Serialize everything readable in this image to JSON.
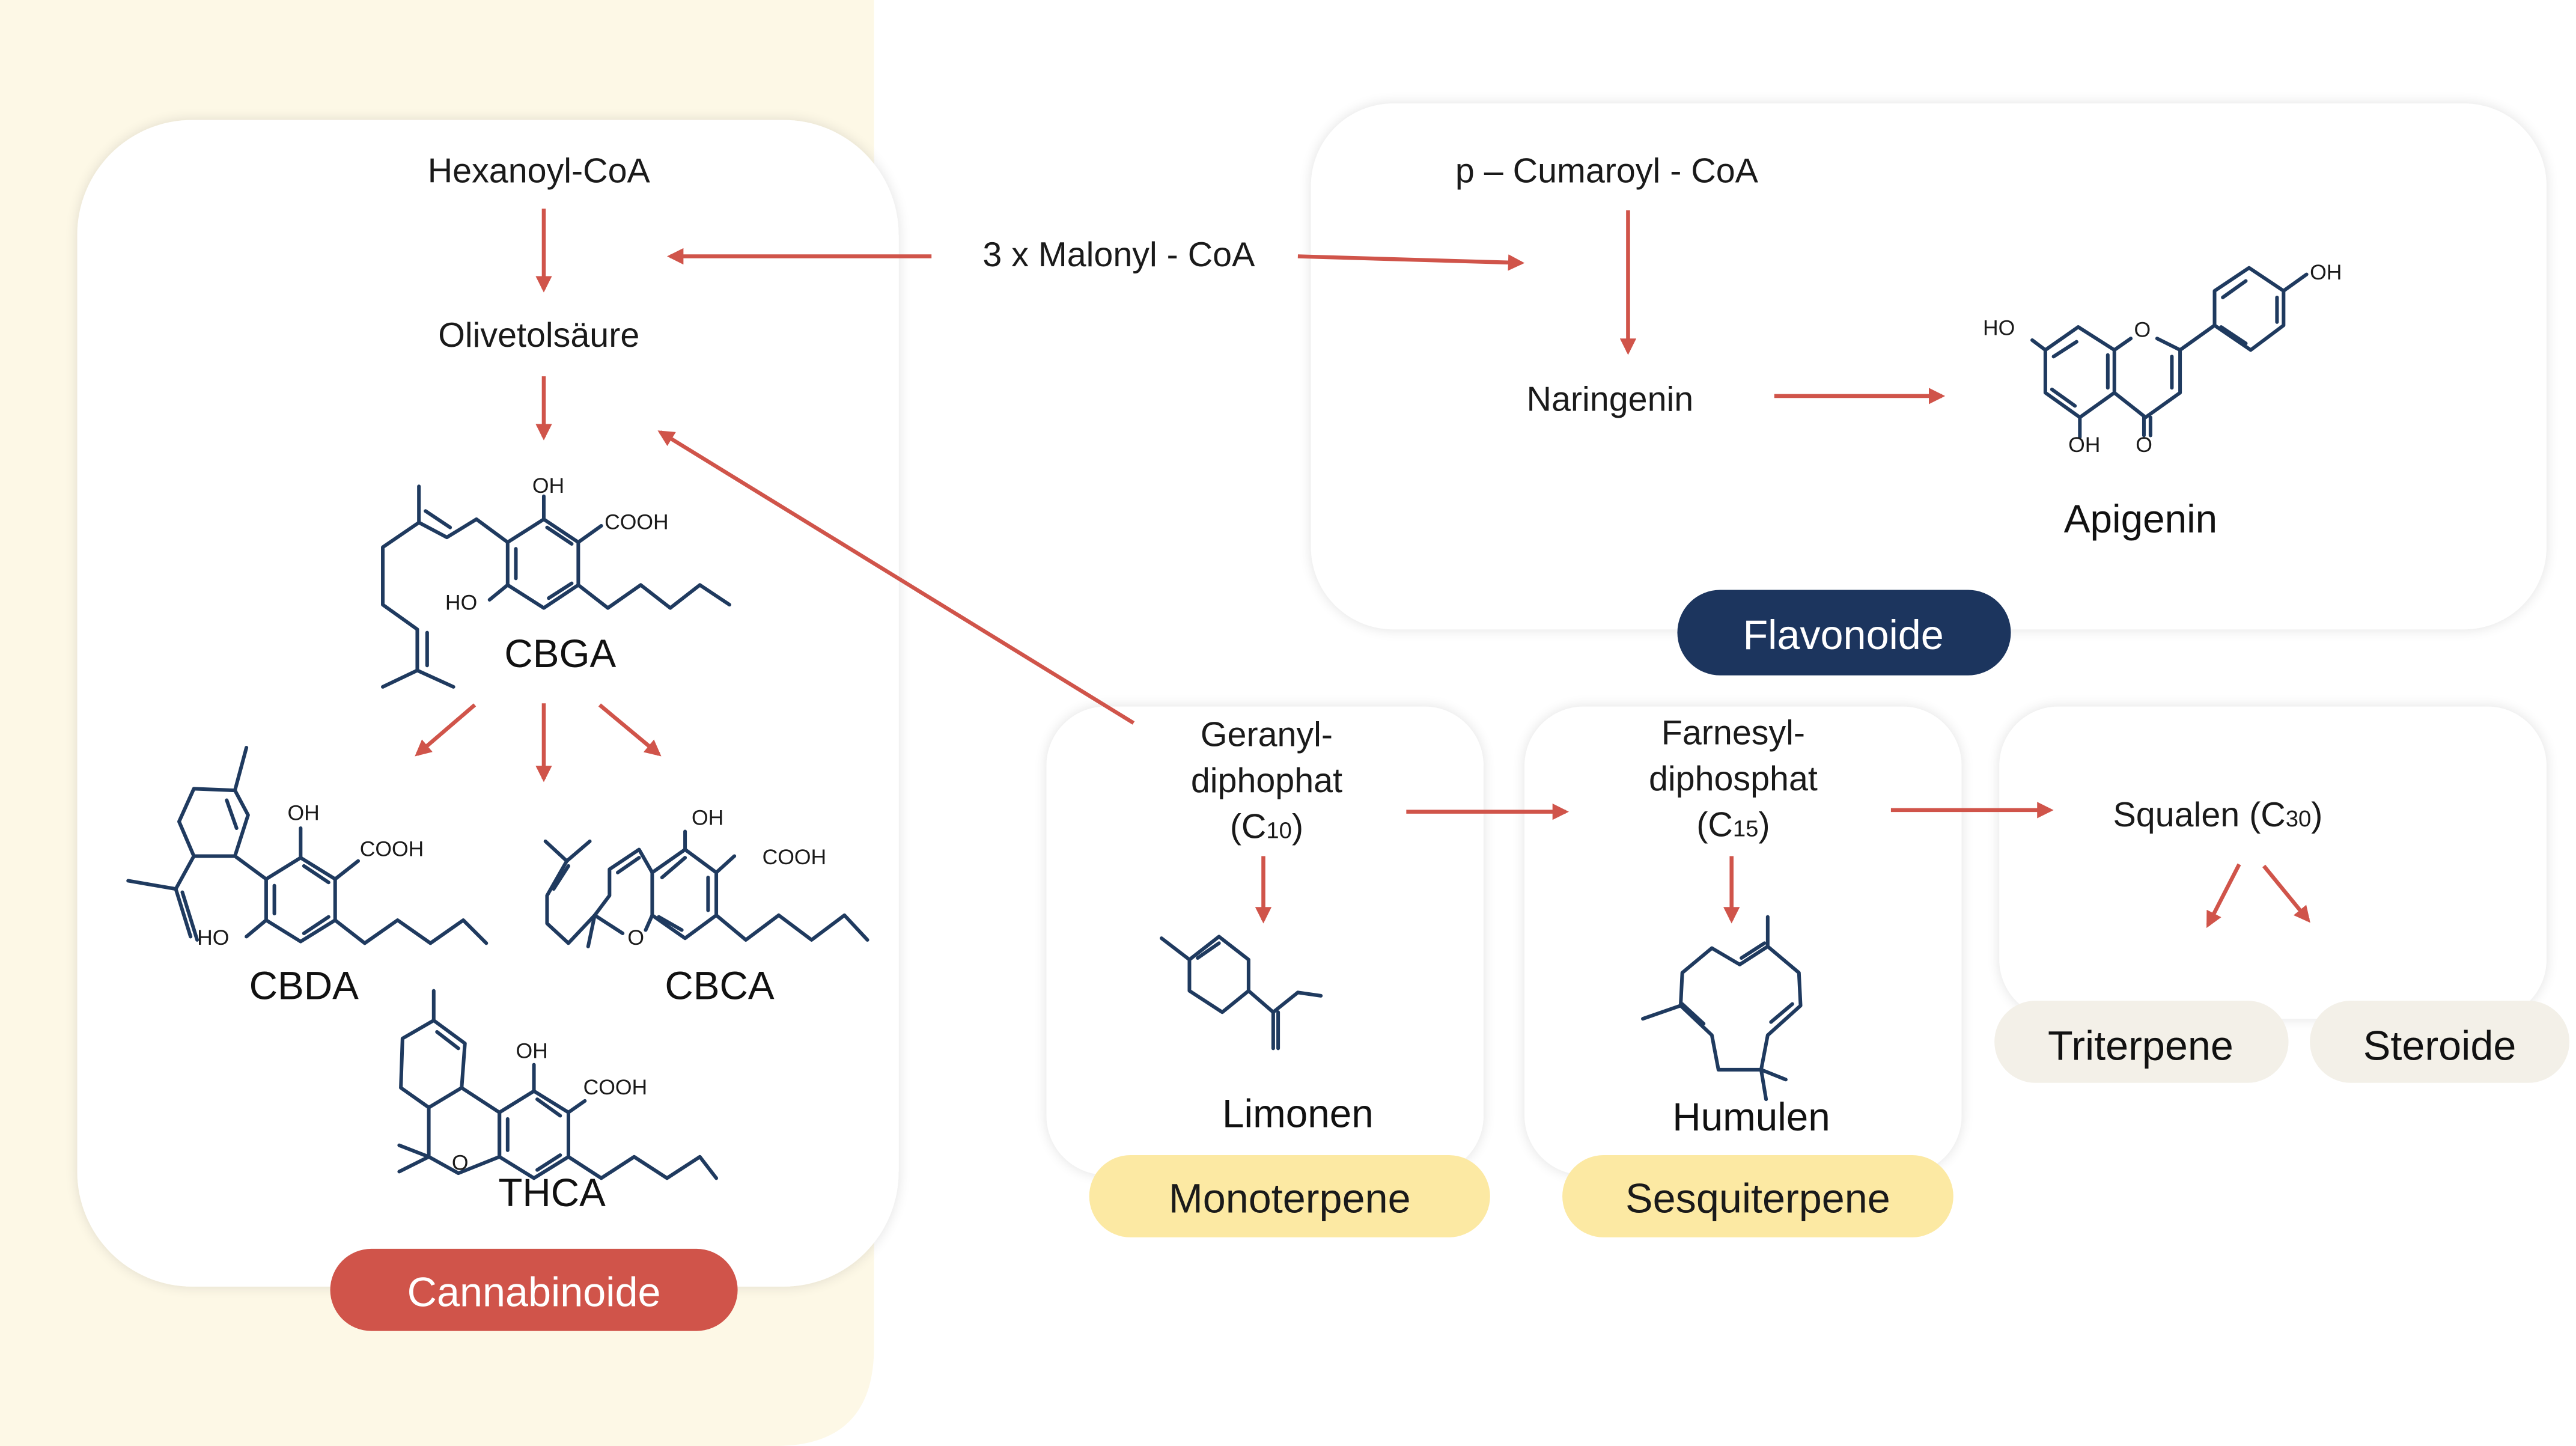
{
  "colors": {
    "panel_background": "#fdf8e6",
    "card": "#ffffff",
    "arrow": "#d0544a",
    "bond": "#1f3a5f",
    "cannabinoid_pill": "#d0544a",
    "flavonoid_pill": "#1c355e",
    "terpene_pill": "#fce9a3",
    "neutral_pill": "#f3f0e8"
  },
  "cannabinoids": {
    "precursor": "Hexanoyl-CoA",
    "intermediate": "Olivetolsäure",
    "central": "CBGA",
    "products": [
      "CBDA",
      "CBCA",
      "THCA"
    ],
    "category": "Cannabinoide",
    "atoms": {
      "oh": "OH",
      "cooh": "COOH",
      "ho": "HO",
      "o": "O"
    }
  },
  "shared": {
    "malonyl": "3 x Malonyl - CoA"
  },
  "flavonoids": {
    "precursor": "p – Cumaroyl - CoA",
    "intermediate": "Naringenin",
    "product": "Apigenin",
    "category": "Flavonoide",
    "atoms": {
      "ho": "HO",
      "oh": "OH",
      "o": "O"
    }
  },
  "terpenes": {
    "mono": {
      "line1": "Geranyl-",
      "line2": "diphophat",
      "carbon": "(C",
      "sub": "10",
      "close": ")",
      "product": "Limonen",
      "category": "Monoterpene"
    },
    "sesqui": {
      "line1": "Farnesyl-",
      "line2": "diphosphat",
      "carbon": "(C",
      "sub": "15",
      "close": ")",
      "product": "Humulen",
      "category": "Sesquiterpene"
    },
    "tri": {
      "name": "Squalen (C",
      "sub": "30",
      "close": ")",
      "categories": [
        "Triterpene",
        "Steroide"
      ]
    }
  }
}
